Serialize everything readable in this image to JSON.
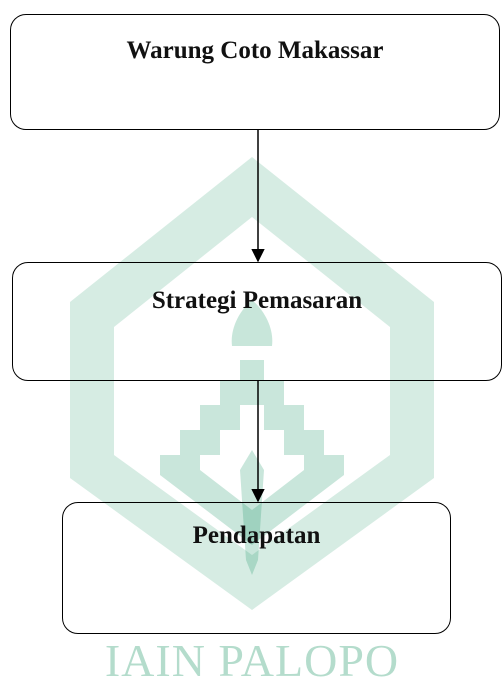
{
  "nodes": [
    {
      "id": "warung",
      "label": "Warung Coto Makassar"
    },
    {
      "id": "strategi",
      "label": "Strategi Pemasaran"
    },
    {
      "id": "pendapatan",
      "label": "Pendapatan"
    }
  ],
  "edges": [
    {
      "from": "warung",
      "to": "strategi"
    },
    {
      "from": "strategi",
      "to": "pendapatan"
    }
  ],
  "watermark": {
    "text": "IAIN PALOPO",
    "color": "#0a8f5a"
  }
}
